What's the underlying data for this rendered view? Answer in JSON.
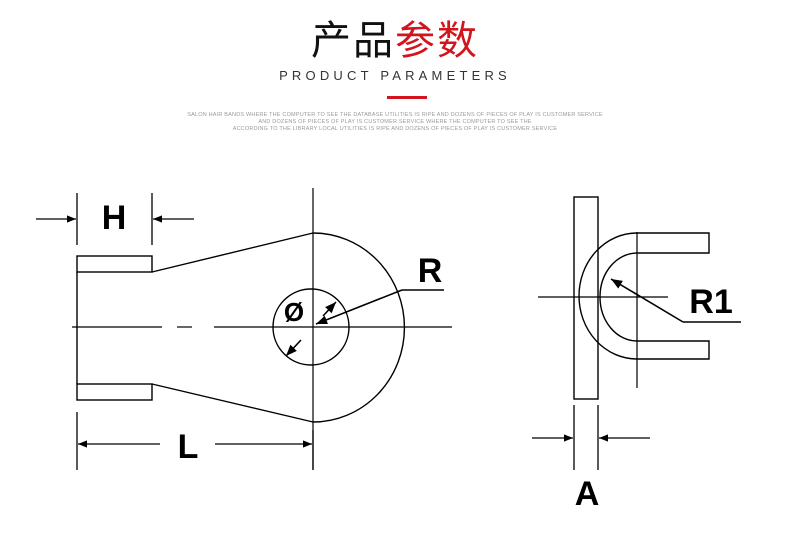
{
  "header": {
    "title_black": "产品",
    "title_red": "参数",
    "subtitle": "PRODUCT PARAMETERS",
    "fine_print": [
      "SALON HAIR BANDS WHERE THE COMPUTER TO SEE THE DATABASE UTILITIES IS RIPE AND DOZENS OF PIECES OF PLAY IS CUSTOMER SERVICE",
      "AND DOZENS OF PIECES OF PLAY IS CUSTOMER SERVICE WHERE THE COMPUTER TO SEE THE",
      "ACCORDING TO THE LIBRARY LOCAL UTILITIES IS RIPE AND DOZENS OF PIECES OF PLAY IS CUSTOMER SERVICE"
    ]
  },
  "colors": {
    "accent": "#d2151c",
    "ink": "#000000"
  },
  "drawing": {
    "labels": {
      "h": "H",
      "l": "L",
      "r": "R",
      "diameter": "Ø",
      "r1": "R1",
      "a": "A"
    }
  }
}
